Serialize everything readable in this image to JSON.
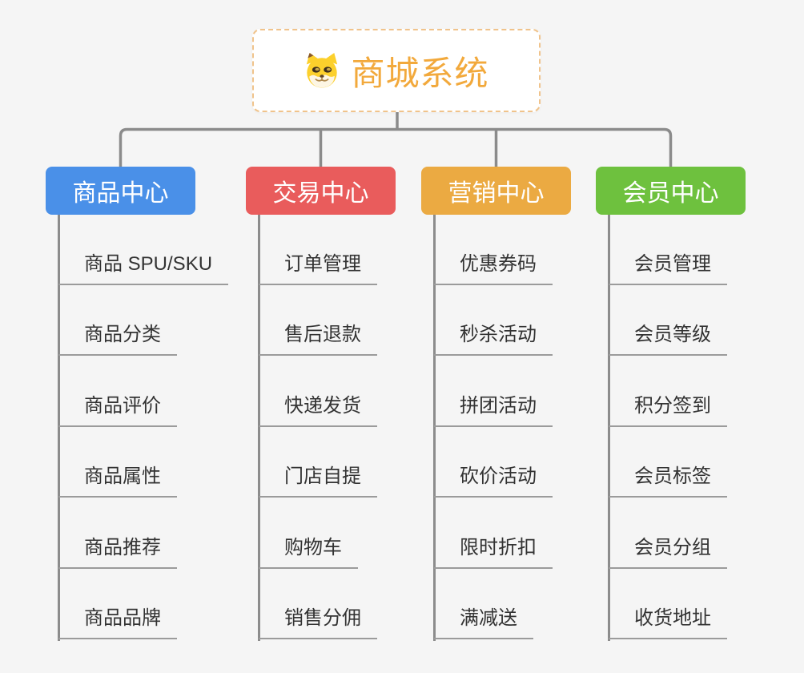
{
  "root": {
    "title": "商城系统",
    "icon": "dog-face-icon"
  },
  "branches": [
    {
      "label": "商品中心",
      "color": "#4a90e8",
      "children": [
        "商品 SPU/SKU",
        "商品分类",
        "商品评价",
        "商品属性",
        "商品推荐",
        "商品品牌"
      ]
    },
    {
      "label": "交易中心",
      "color": "#e95c5c",
      "children": [
        "订单管理",
        "售后退款",
        "快递发货",
        "门店自提",
        "购物车",
        "销售分佣"
      ]
    },
    {
      "label": "营销中心",
      "color": "#ebaa42",
      "children": [
        "优惠券码",
        "秒杀活动",
        "拼团活动",
        "砍价活动",
        "限时折扣",
        "满减送"
      ]
    },
    {
      "label": "会员中心",
      "color": "#6ec13e",
      "children": [
        "会员管理",
        "会员等级",
        "积分签到",
        "会员标签",
        "会员分组",
        "收货地址"
      ]
    }
  ],
  "colors": {
    "background": "#f5f5f5",
    "connector_line": "#8b8b8b",
    "leaf_underline": "#9b9b9b",
    "leaf_text": "#333333",
    "root_accent": "#f2a93c",
    "root_border": "#f0c38b"
  }
}
